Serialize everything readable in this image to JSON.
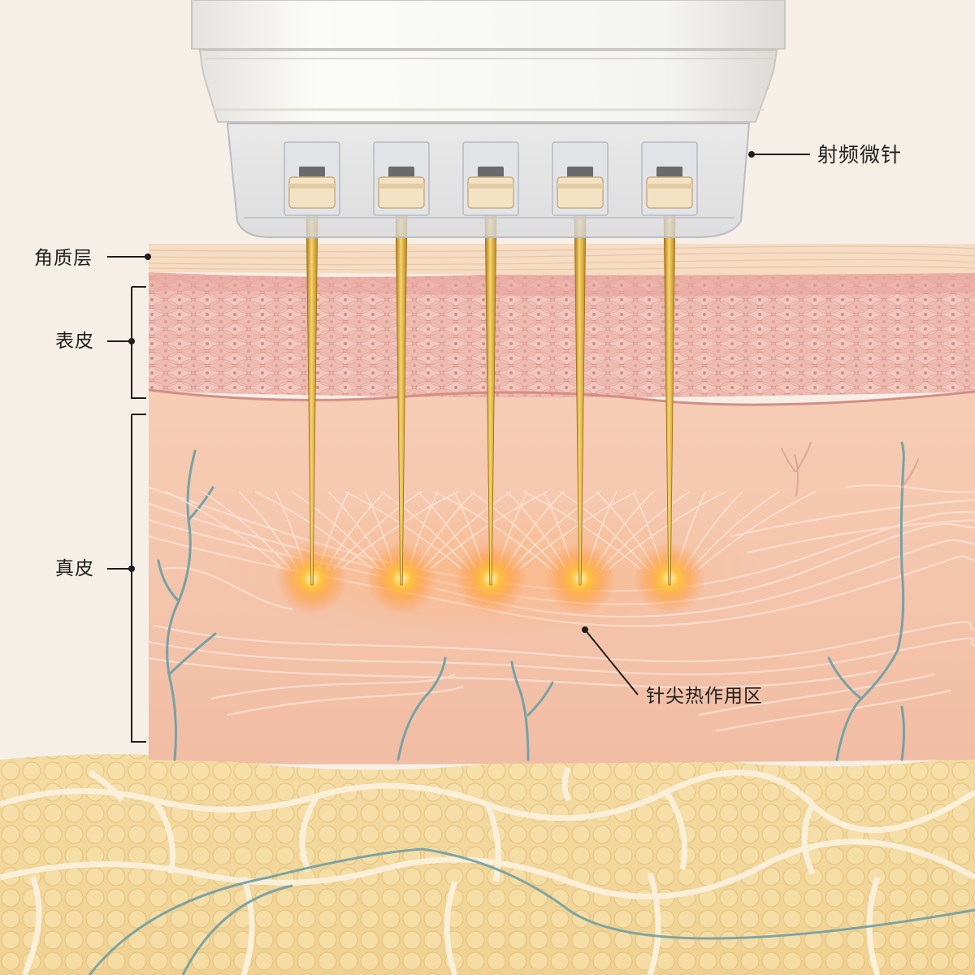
{
  "labels": {
    "device": "射频微针",
    "stratum_corneum": "角质层",
    "epidermis": "表皮",
    "dermis": "真皮",
    "heat_zone": "针尖热作用区"
  },
  "colors": {
    "background": "#f6efe7",
    "stratum_corneum": "#f5dcc2",
    "epidermis": "#eeb7ad",
    "dermis": "#f4c6ad",
    "fat": "#f2d79a",
    "needle_gold": "#d9a62e",
    "heat_glow": "#ffb020",
    "vessel": "#6f9ea4",
    "device_shell": "#f1f1ee",
    "leader_line": "#1e1e1e"
  },
  "needles": {
    "count": 5
  }
}
